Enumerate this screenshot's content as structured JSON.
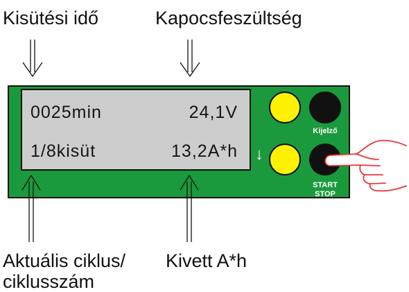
{
  "labels": {
    "discharge_time": "Kisütési idő",
    "terminal_voltage": "Kapocsfeszültség",
    "current_cycle": "Aktuális ciklus/",
    "cycle_count": "ciklusszám",
    "drawn_ah": "Kivett  A*h"
  },
  "lcd": {
    "minutes": "0025min",
    "voltage": "24,1V",
    "cycle": "1/8kisüt",
    "amphours": "13,2A*h"
  },
  "buttons": {
    "display_label": "Kijelző",
    "start_label": "START",
    "stop_label": "STOP",
    "down_arrow": "↓"
  },
  "colors": {
    "panel_green": "#1a9a3c",
    "lcd_grey": "#cdcdcd",
    "button_yellow": "#fff200",
    "button_black": "#111111",
    "hand_outline": "#e8373c",
    "hand_fill": "#ffffff"
  },
  "icons": {
    "arrows": "thin-outline-arrow-icon",
    "hand": "pointing-hand-icon"
  }
}
